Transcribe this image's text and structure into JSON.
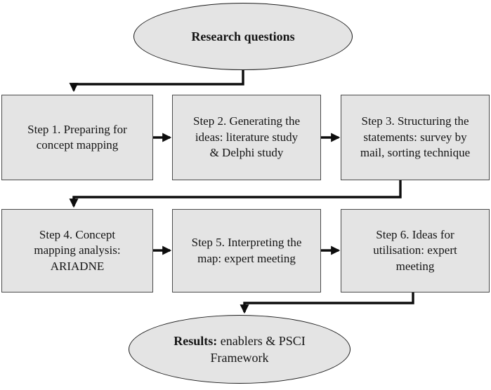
{
  "diagram": {
    "start_node": {
      "label": "Research questions"
    },
    "steps": [
      {
        "label": "Step 1. Preparing for\nconcept mapping"
      },
      {
        "label": "Step 2. Generating the\nideas: literature study\n& Delphi study"
      },
      {
        "label": "Step 3. Structuring the\nstatements: survey by\nmail, sorting technique"
      },
      {
        "label": "Step 4. Concept\nmapping analysis:\nARIADNE"
      },
      {
        "label": "Step 5. Interpreting the\nmap: expert meeting"
      },
      {
        "label": "Step 6. Ideas for\nutilisation: expert\nmeeting"
      }
    ],
    "result_node": {
      "label_bold": "Results:",
      "label_rest": " enablers & PSCI\nFramework"
    },
    "colors": {
      "node_fill": "#e4e4e4",
      "box_border": "#4a4a4a",
      "ellipse_border": "#1c1c1c",
      "arrow": "#0d0d0d",
      "text": "#141414",
      "background": "#ffffff"
    }
  }
}
